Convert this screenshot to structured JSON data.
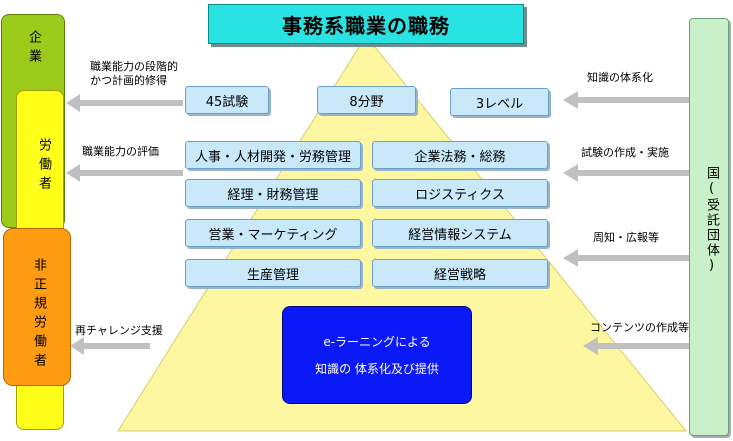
{
  "title": "事務系職業の職務",
  "top_boxes": [
    "45試験",
    "8分野",
    "3レベル"
  ],
  "fields": [
    "人事・人材開発・労務管理",
    "企業法務・総務",
    "経理・財務管理",
    "ロジスティクス",
    "営業・マーケティング",
    "経営情報システム",
    "生産管理",
    "経営戦略"
  ],
  "elearning": {
    "line1": "e-ラーニングによる",
    "line2": "知識の 体系化及び提供"
  },
  "left_labels": {
    "stepwise": [
      "職業能力の段階的",
      "かつ計画的修得"
    ],
    "evaluation": "職業能力の評価",
    "rechallenge": "再チャレンジ支援"
  },
  "right_labels": {
    "systematize": "知識の体系化",
    "exam": "試験の作成・実施",
    "publicity": "周知・広報等",
    "content": "コンテンツの作成等"
  },
  "left_bars": {
    "company": "企業",
    "worker": "労働者",
    "nonregular": "非正規労働者"
  },
  "right_bar": "国(受託団体)",
  "colors": {
    "title": "#29e2e2",
    "pyramid": "#fdf7a2",
    "box": "#c9e9fb",
    "arrow": "#c0c0c0",
    "elearning": "#0a19f5"
  }
}
